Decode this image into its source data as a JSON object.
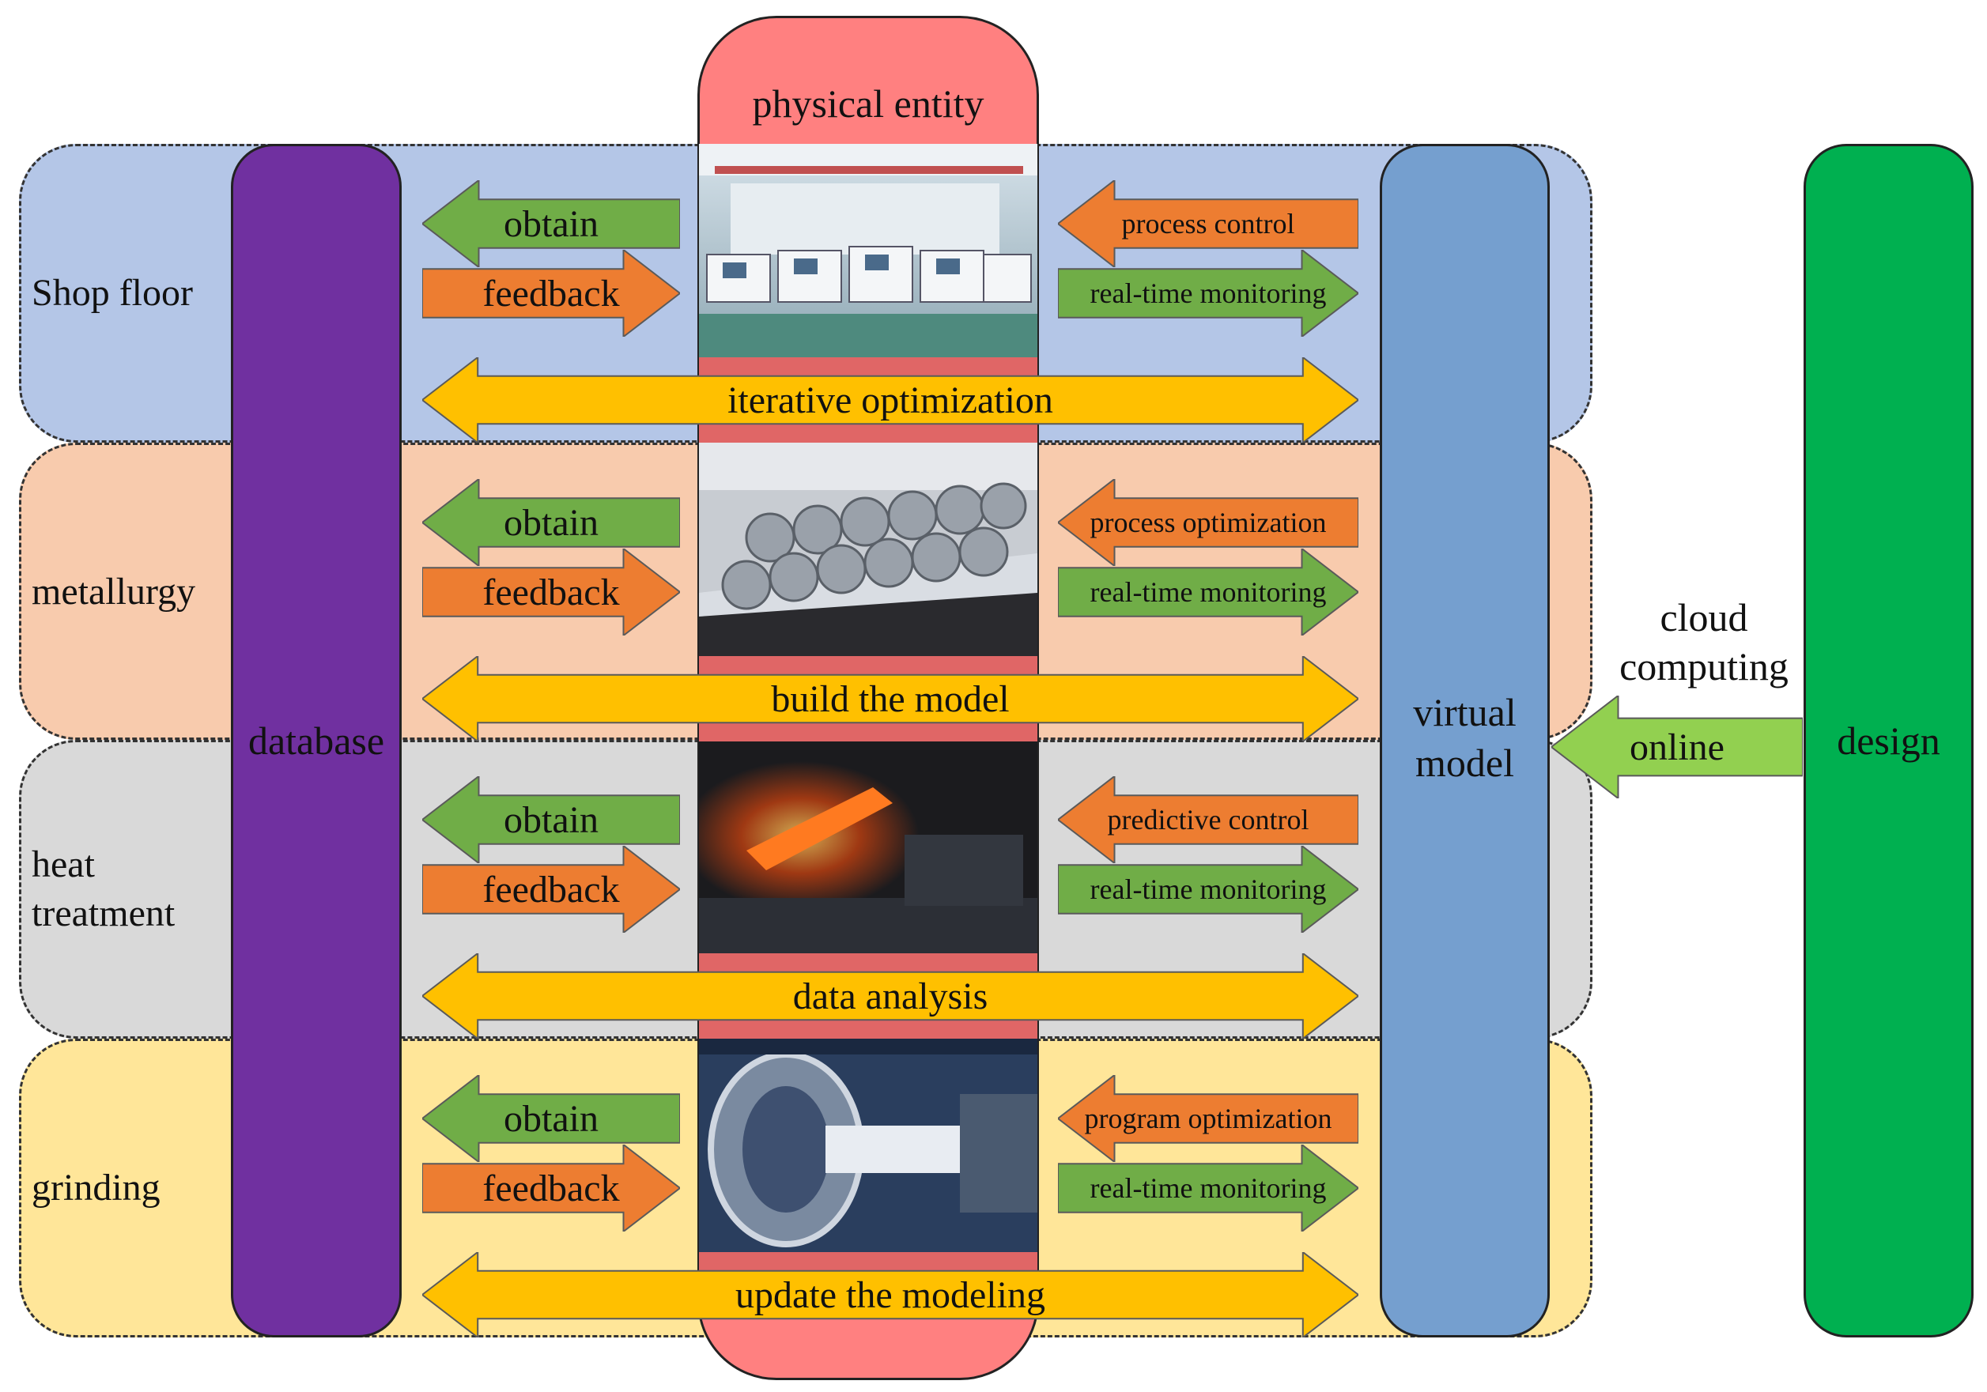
{
  "physical_entity": "physical entity",
  "database": "database",
  "virtual_model": [
    "virtual",
    "model"
  ],
  "design": "design",
  "cloud": [
    "cloud",
    "computing"
  ],
  "online": "online",
  "colors": {
    "shop": "#b4c6e7",
    "metal": "#f8cbad",
    "heat": "#d9d9d9",
    "grind": "#ffe699",
    "database": "#7030a0",
    "virtual": "#759fcf",
    "design": "#00b050",
    "physical": "#ff8080",
    "physical_strip": "#e06666",
    "green_arrow": "#70ad47",
    "orange_arrow": "#ed7d31",
    "yellow_arrow": "#ffc000",
    "online_arrow": "#92d050"
  },
  "rows": [
    {
      "label": [
        "Shop floor"
      ],
      "obtain": "obtain",
      "feedback": "feedback",
      "control": "process control",
      "monitor": "real-time monitoring",
      "bottom": "iterative optimization"
    },
    {
      "label": [
        "metallurgy"
      ],
      "obtain": "obtain",
      "feedback": "feedback",
      "control": "process optimization",
      "monitor": "real-time monitoring",
      "bottom": "build the model"
    },
    {
      "label": [
        "heat",
        "treatment"
      ],
      "obtain": "obtain",
      "feedback": "feedback",
      "control": "predictive control",
      "monitor": "real-time monitoring",
      "bottom": "data analysis"
    },
    {
      "label": [
        "grinding"
      ],
      "obtain": "obtain",
      "feedback": "feedback",
      "control": "program optimization",
      "monitor": "real-time monitoring",
      "bottom": "update the modeling"
    }
  ]
}
